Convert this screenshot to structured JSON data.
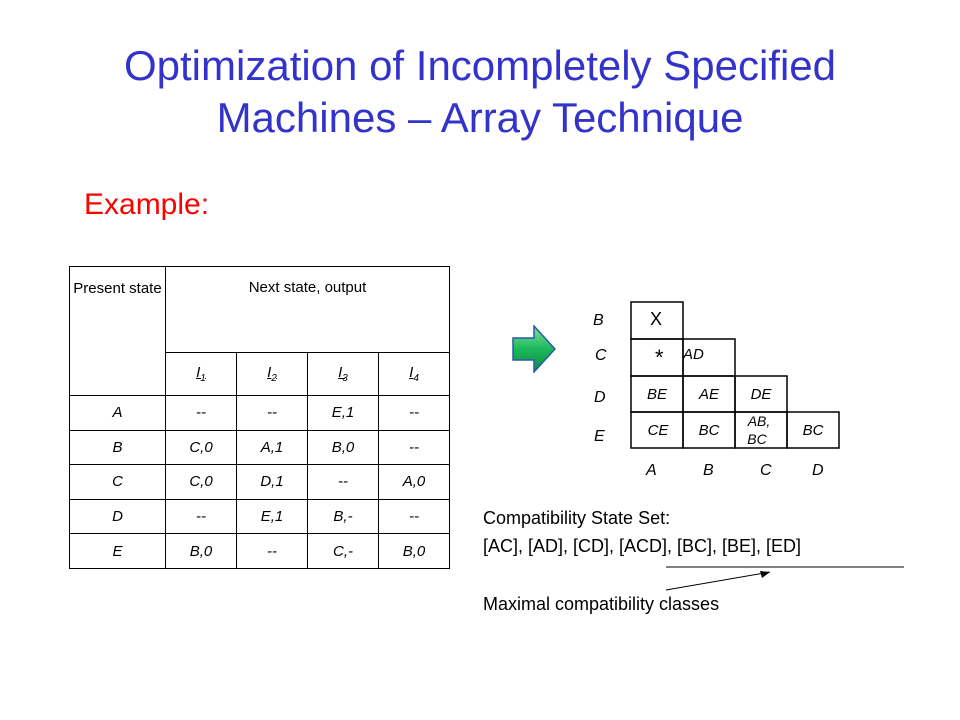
{
  "slide": {
    "title_line1": "Optimization of Incompletely Specified",
    "title_line2": "Machines – Array Technique",
    "example_label": "Example:"
  },
  "state_table": {
    "header_present": "Present state",
    "header_next": "Next state, output",
    "inputs": [
      {
        "base": "I",
        "sub": "1"
      },
      {
        "base": "I",
        "sub": "2"
      },
      {
        "base": "I",
        "sub": "3"
      },
      {
        "base": "I",
        "sub": "4"
      }
    ],
    "rows": [
      {
        "state": "A",
        "cells": [
          "--",
          "--",
          "E,1",
          "--"
        ]
      },
      {
        "state": "B",
        "cells": [
          "C,0",
          "A,1",
          "B,0",
          "--"
        ]
      },
      {
        "state": "C",
        "cells": [
          "C,0",
          "D,1",
          "--",
          "A,0"
        ]
      },
      {
        "state": "D",
        "cells": [
          "--",
          "E,1",
          "B,-",
          "--"
        ]
      },
      {
        "state": "E",
        "cells": [
          "B,0",
          "--",
          "C,-",
          "B,0"
        ]
      }
    ]
  },
  "implication_chart": {
    "row_labels": [
      "B",
      "C",
      "D",
      "E"
    ],
    "col_labels": [
      "A",
      "B",
      "C",
      "D"
    ],
    "cells": {
      "BA": "X",
      "CA": "*",
      "CB": "AD",
      "DA": "BE",
      "DB": "AE",
      "DC": "DE",
      "EA": "CE",
      "EB": "BC",
      "EC_line1": "AB,",
      "EC_line2": "BC",
      "ED": "BC"
    }
  },
  "compatibility": {
    "title": "Compatibility State Set:",
    "list": "[AC], [AD], [CD], [ACD], [BC], [BE], [ED]",
    "maximal_label": "Maximal compatibility classes"
  }
}
